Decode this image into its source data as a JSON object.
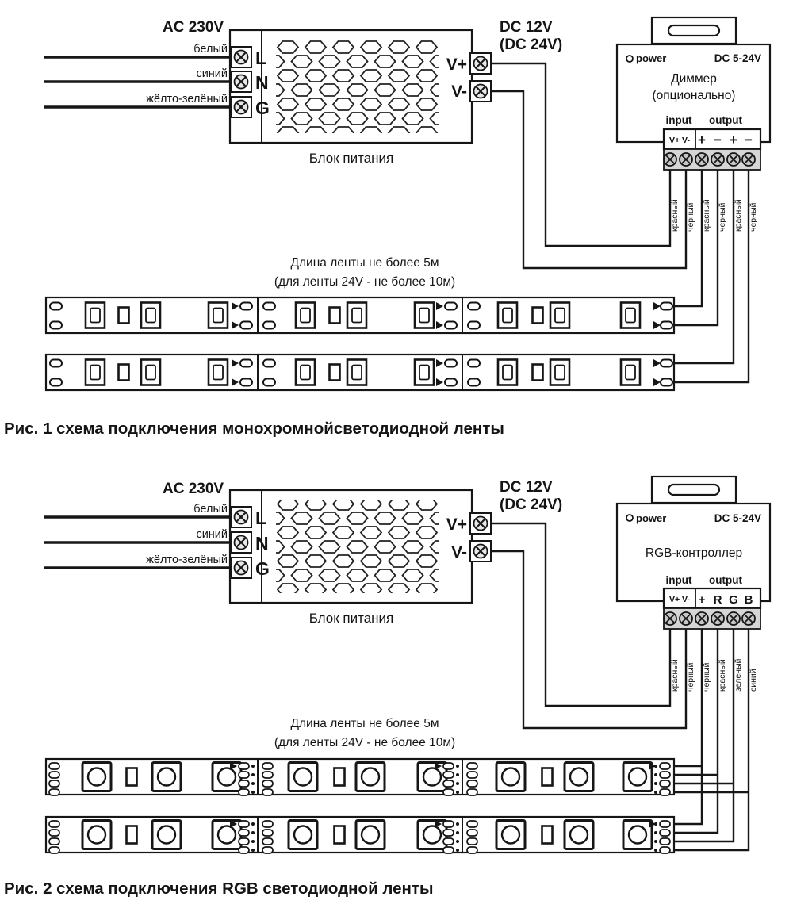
{
  "figure1": {
    "ac_label": "AC 230V",
    "ac_wires": [
      "белый",
      "синий",
      "жёлто-зелёный"
    ],
    "psu": {
      "terminals": [
        "L",
        "N",
        "G"
      ],
      "outputs": [
        "V+",
        "V-"
      ],
      "label": "Блок питания"
    },
    "dc_label": [
      "DC 12V",
      "(DC 24V)"
    ],
    "controller": {
      "power": "power",
      "voltage": "DC 5-24V",
      "title": "Диммер",
      "subtitle": "(опционально)",
      "input": "input",
      "output": "output",
      "input_terminals": "V+ V-",
      "output_terminals": [
        "+",
        "−",
        "+",
        "−"
      ],
      "wire_colors": [
        "красный",
        "черный",
        "красный",
        "черный",
        "красный",
        "черный"
      ]
    },
    "strip_note": [
      "Длина ленты не более 5м",
      "(для ленты 24V - не более 10м)"
    ],
    "caption": "Рис. 1 схема подключения монохромнойсветодиодной ленты"
  },
  "figure2": {
    "ac_label": "AC 230V",
    "ac_wires": [
      "белый",
      "синий",
      "жёлто-зелёный"
    ],
    "psu": {
      "terminals": [
        "L",
        "N",
        "G"
      ],
      "outputs": [
        "V+",
        "V-"
      ],
      "label": "Блок питания"
    },
    "dc_label": [
      "DC 12V",
      "(DC 24V)"
    ],
    "controller": {
      "power": "power",
      "voltage": "DC 5-24V",
      "title": "RGB-контроллер",
      "input": "input",
      "output": "output",
      "input_terminals": "V+ V-",
      "output_terminals": [
        "+",
        "R",
        "G",
        "B"
      ],
      "wire_colors": [
        "красный",
        "черный",
        "черный",
        "красный",
        "зеленый",
        "синий"
      ]
    },
    "strip_note": [
      "Длина ленты не более 5м",
      "(для ленты 24V - не более 10м)"
    ],
    "caption": "Рис. 2 схема подключения RGB светодиодной ленты"
  },
  "colors": {
    "ink": "#161616",
    "screw_fill": "#c6c6c6",
    "band_fill": "#d6d6d6"
  }
}
